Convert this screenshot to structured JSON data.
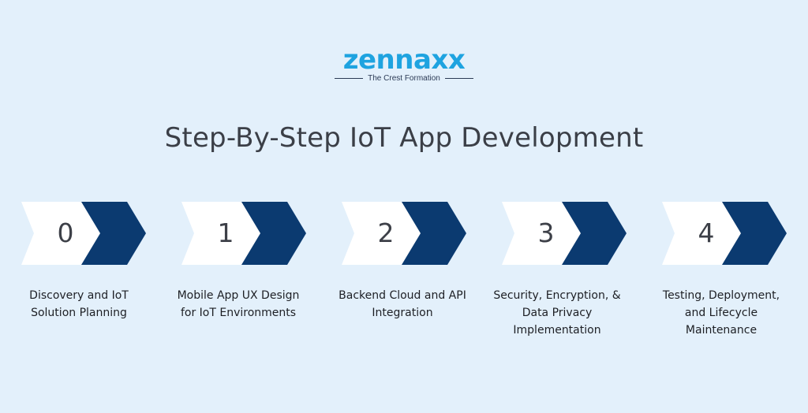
{
  "logo": {
    "wordmark": "zennaxx",
    "tagline": "The Crest Formation"
  },
  "title": "Step-By-Step IoT App Development",
  "colors": {
    "background": "#e3f0fb",
    "chevron_light": "#ffffff",
    "chevron_dark": "#0b3a70",
    "logo_blue": "#1ea3e0"
  },
  "steps": [
    {
      "number": "0",
      "label": "Discovery and IoT Solution Planning"
    },
    {
      "number": "1",
      "label": "Mobile App UX Design for IoT Environments"
    },
    {
      "number": "2",
      "label": "Backend Cloud and API Integration"
    },
    {
      "number": "3",
      "label": "Security, Encryption, & Data Privacy Implementation"
    },
    {
      "number": "4",
      "label": "Testing, Deployment, and Lifecycle Maintenance"
    }
  ]
}
